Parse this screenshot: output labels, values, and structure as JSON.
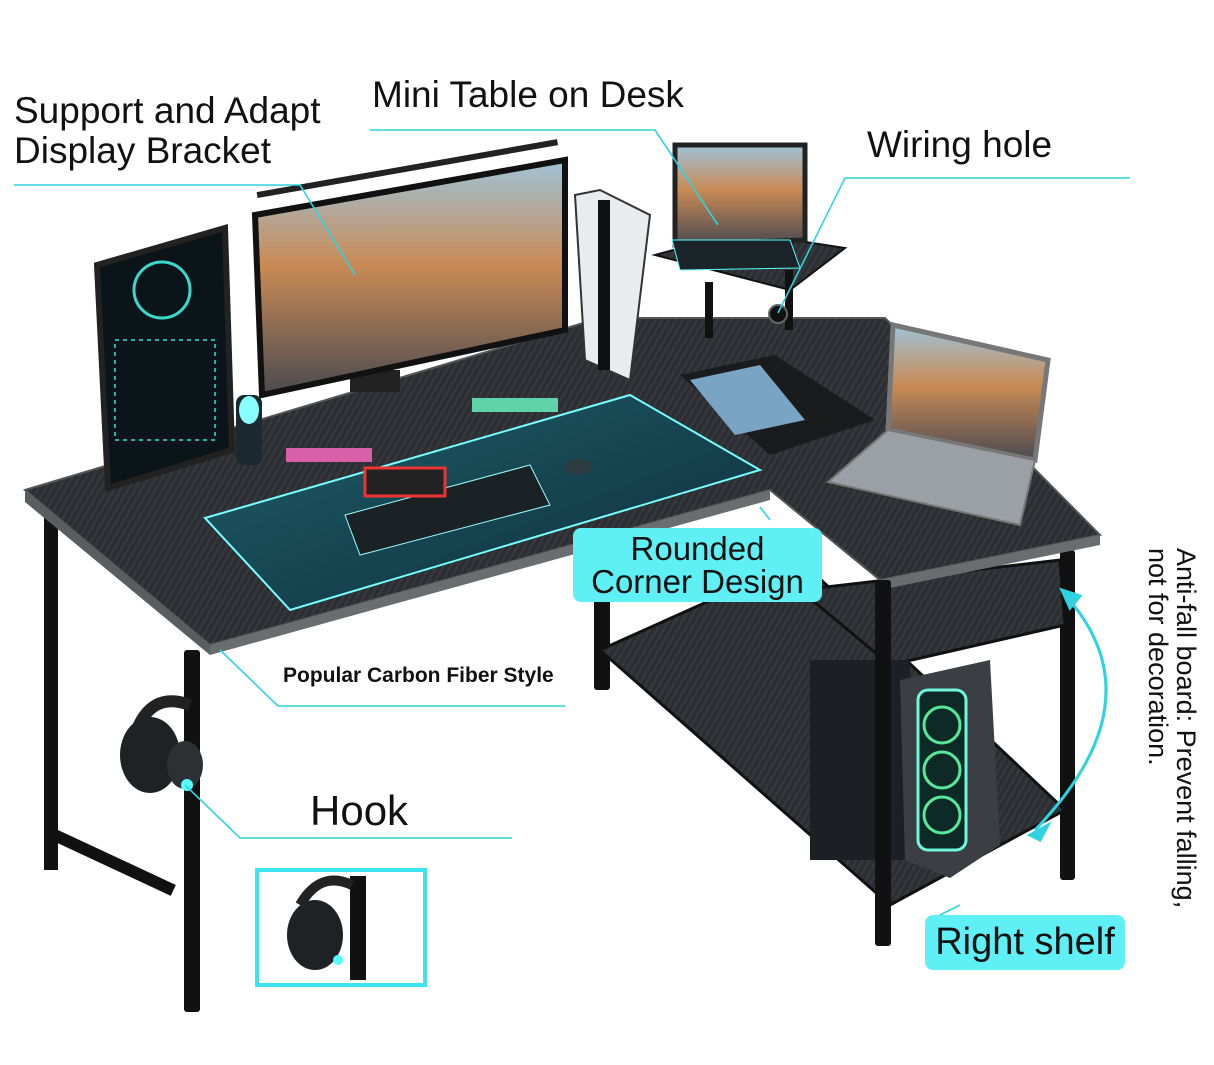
{
  "callouts": {
    "bracket_line1": "Support and Adapt",
    "bracket_line2": "Display Bracket",
    "mini_table": "Mini Table on Desk",
    "wiring_hole": "Wiring hole",
    "rounded_line1": "Rounded",
    "rounded_line2": "Corner Design",
    "carbon_fiber": "Popular Carbon Fiber Style",
    "hook": "Hook",
    "right_shelf": "Right shelf",
    "anti_fall_line1": "Anti-fall board: Prevent falling,",
    "anti_fall_line2": "not for decoration."
  },
  "colors": {
    "accent_cyan": "#5ff0f6",
    "line_cyan": "#2fd3e0",
    "desk_black": "#2a2c2f"
  }
}
